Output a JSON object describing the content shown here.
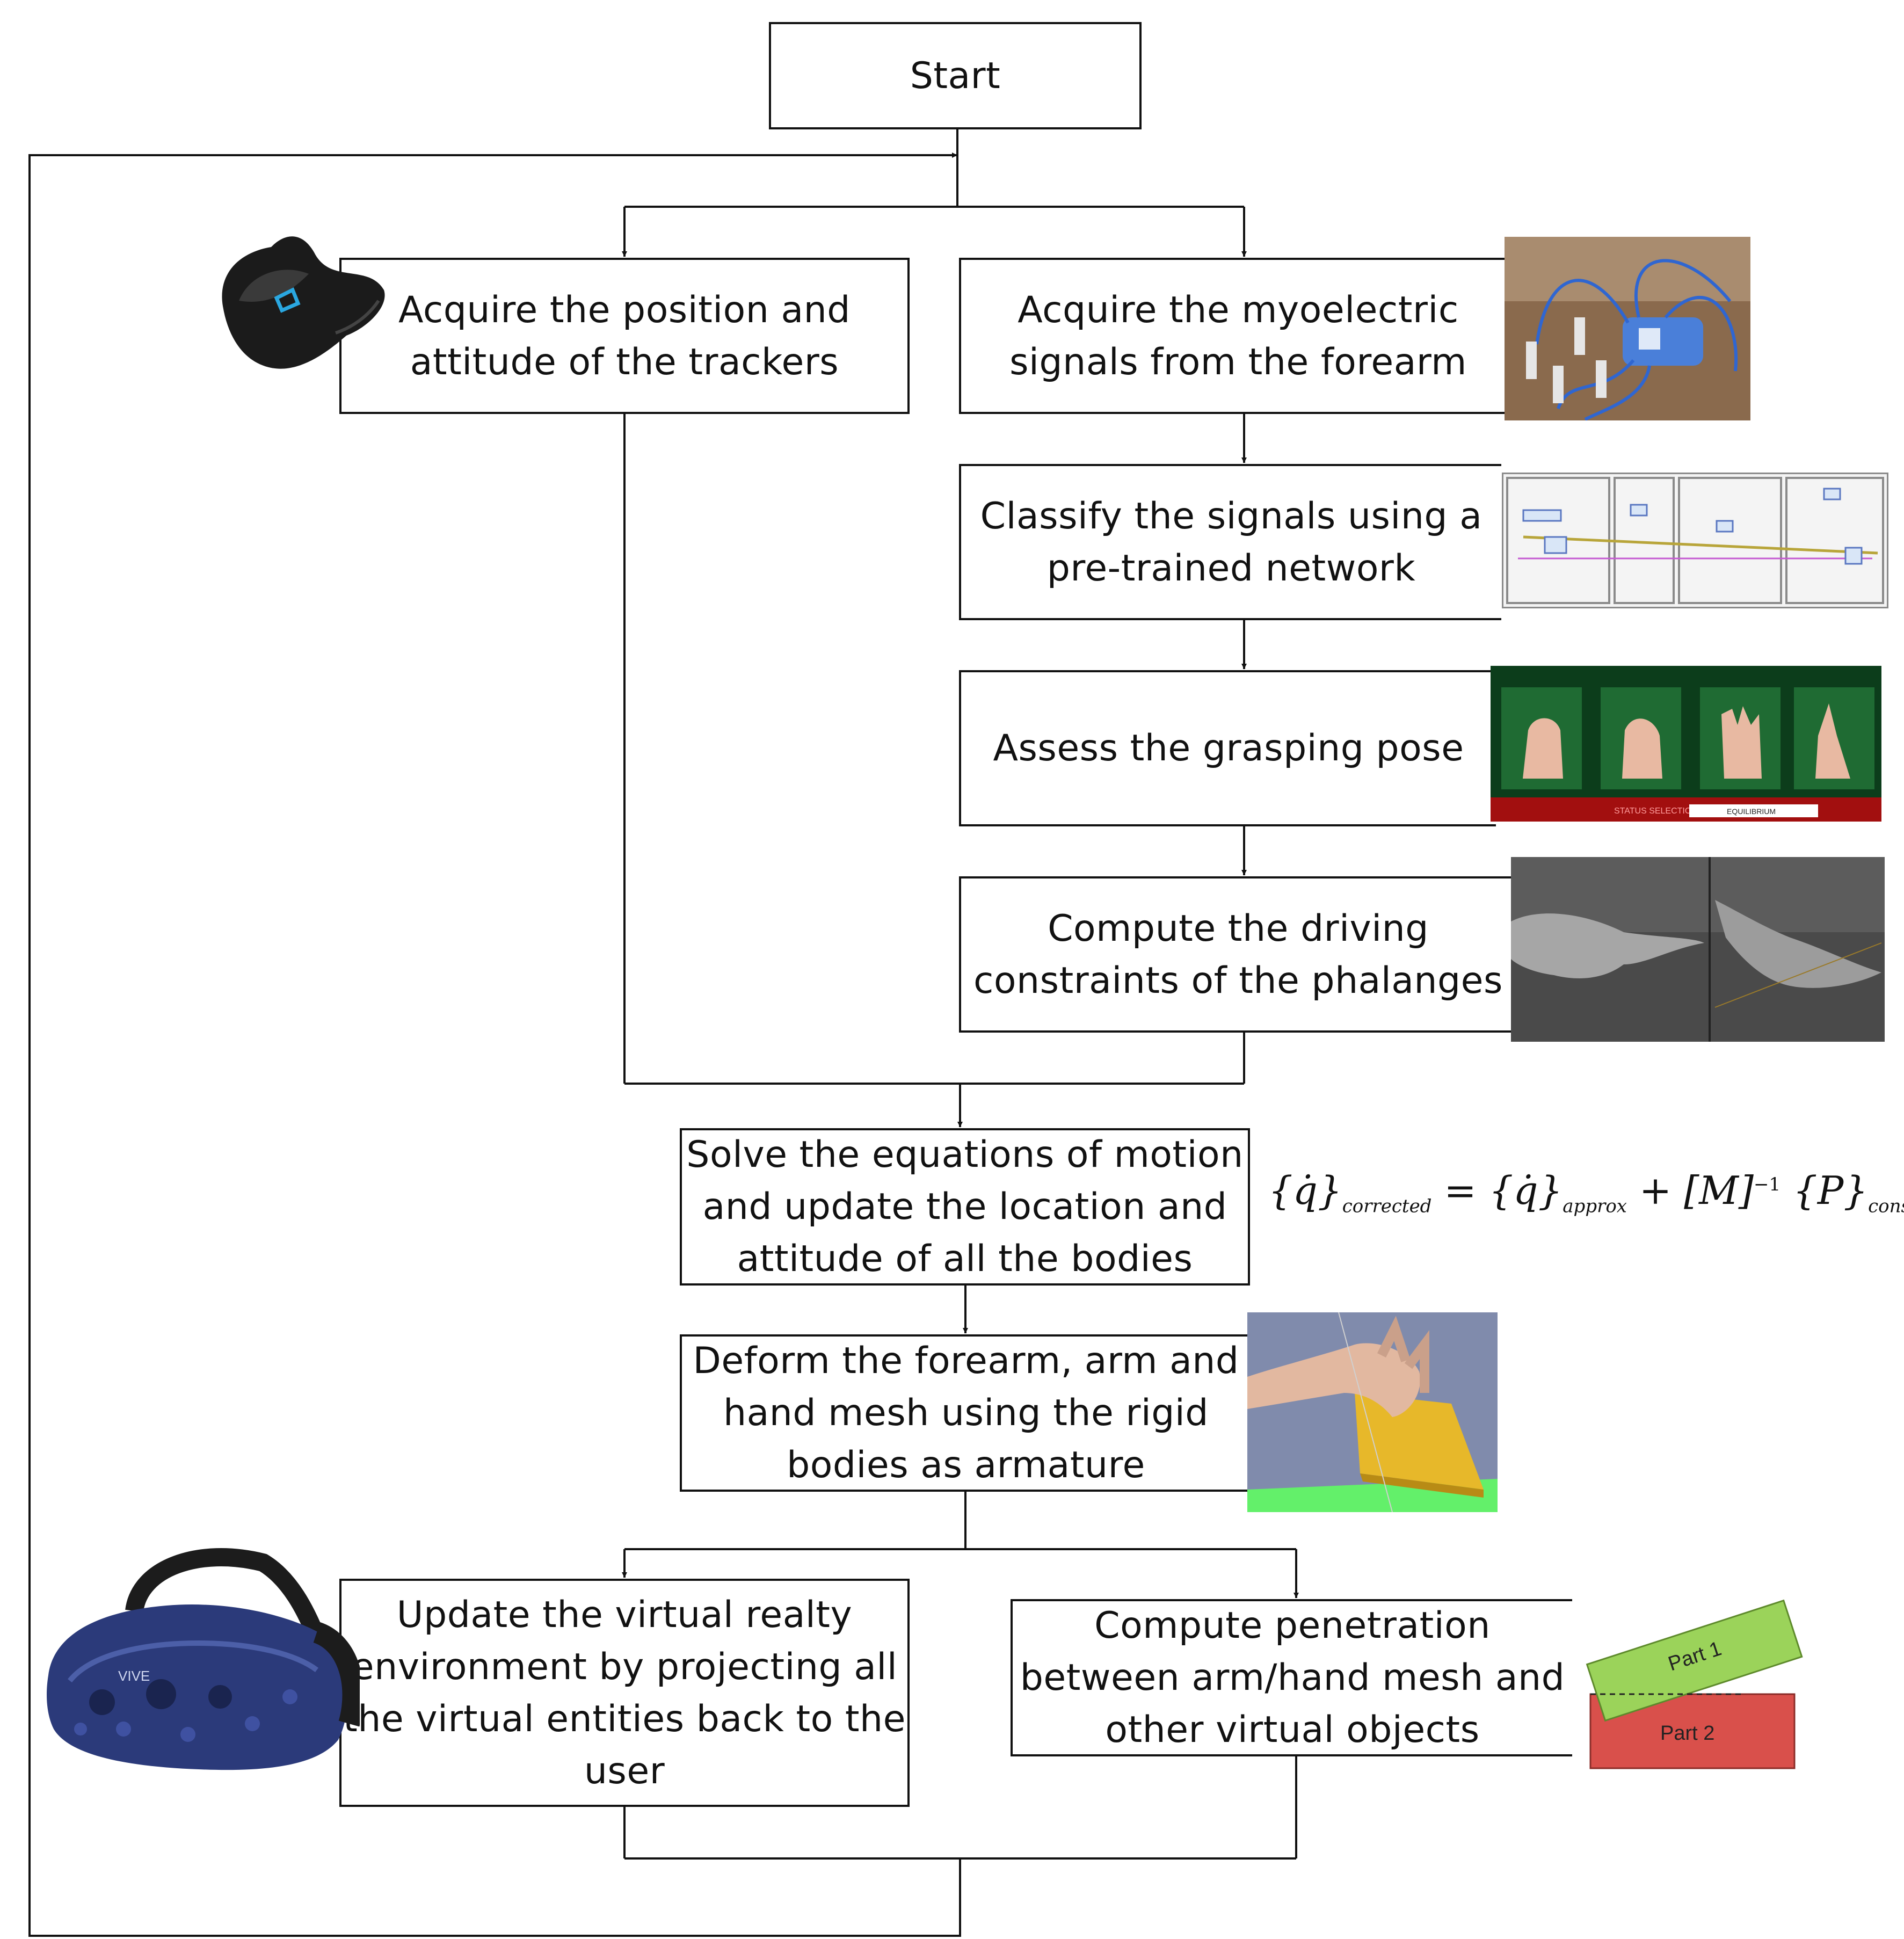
{
  "nodes": {
    "start": "Start",
    "trackers": [
      "Acquire the position and",
      "attitude of the trackers"
    ],
    "myoelectric": [
      "Acquire the myoelectric",
      "signals from the forearm"
    ],
    "classify": [
      "Classify the signals using a",
      "pre-trained network"
    ],
    "grasping": [
      "Assess the grasping pose"
    ],
    "constraints": [
      "Compute the driving",
      "constraints of the phalanges"
    ],
    "solve": [
      "Solve the equations of motion",
      "and update the location and",
      "attitude of all the bodies"
    ],
    "deform": [
      "Deform the forearm, arm and",
      "hand mesh using the rigid",
      "bodies as armature"
    ],
    "update_vr": [
      "Update the virtual realty",
      "environment by projecting all",
      "the virtual entities back to the",
      "user"
    ],
    "penetration": [
      "Compute penetration",
      "between arm/hand mesh and",
      "other virtual objects"
    ]
  },
  "formula": {
    "lhs": "{q̇}",
    "lhs_sub": "corrected",
    "eq": "=",
    "t1": "{q̇}",
    "t1_sub": "approx",
    "plus": "+",
    "t2": "[M]",
    "t2_sup": "−1",
    "t3": "{P}",
    "t3_sub": "constraint"
  },
  "images": {
    "tracker": "vive-tracker",
    "emg_device": "myoelectric-acquisition-board",
    "network": "labview-block-diagram",
    "poses": "grasp-pose-selection-panel",
    "poses_caption": "STATUS SELECTION",
    "poses_value": "EQUILIBRIUM",
    "phalanges": "hand-mesh-renders",
    "deformed_hand": "hand-grasping-yellow-plate",
    "headset": "vive-pro-headset",
    "headset_brand": "VIVE",
    "part1": "Part 1",
    "part2": "Part 2"
  },
  "colors": {
    "stroke": "#111111",
    "tracker_accent": "#2aa7e0",
    "emg_box": "#4a7fd9",
    "pose_bg": "#0c3d1b",
    "pose_bar": "#a20f0f",
    "plate": "#e7b82a",
    "ground": "#63f06a",
    "headset": "#2b3a7a",
    "part1": "#9bd35a",
    "part2": "#d9504b"
  }
}
